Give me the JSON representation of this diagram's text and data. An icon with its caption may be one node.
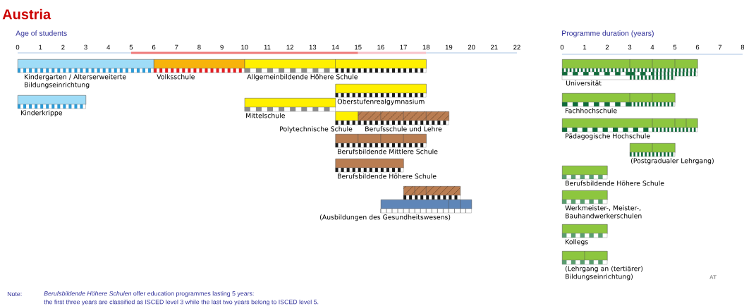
{
  "diagram": {
    "title": "Austria",
    "nodes": [
      {
        "text": [
          "Kindergarten / Alterserweiterte Bildungseinrichtung"
        ]
      },
      {
        "text": [
          "Volksschule"
        ]
      },
      {
        "text": [
          "Allgemeinbildende Höhere Schule"
        ]
      },
      {
        "text": [
          "Kinderkrippe"
        ]
      },
      {
        "text": [
          "Oberstufenrealgymnasium"
        ]
      },
      {
        "text": [
          "Mittelschule"
        ]
      },
      {
        "text": [
          "Polytechnische Schule"
        ]
      },
      {
        "text": [
          "Berufsschule und Lehre"
        ]
      },
      {
        "text": [
          "Berufsbildende Mittlere Schule"
        ]
      },
      {
        "text": [
          "Berufsbildende Höhere Schule"
        ]
      },
      {
        "text": [],
        "shape": "bar"
      },
      {
        "text": [
          "(Ausbildungen des Gesundheitswesens)"
        ]
      },
      {
        "text": [
          "Universität"
        ]
      },
      {
        "text": [
          "Fachhochschule"
        ]
      },
      {
        "text": [
          "Pädagogische Hochschule"
        ]
      },
      {
        "text": [
          "(Postgradualer Lehrgang)"
        ]
      },
      {
        "text": [
          "Berufsbildende Höhere Schule"
        ]
      },
      {
        "text": [
          "Werkmeister-, Meister-, Bauhandwerkerschulen"
        ]
      },
      {
        "text": [
          "Kollegs"
        ]
      },
      {
        "text": [
          "(Lehrgang an (tertiärer) Bildungseinrichtung)"
        ]
      }
    ],
    "labels": [
      "Age of students",
      "Programme duration (years)",
      "0",
      "1",
      "2",
      "3",
      "4",
      "5",
      "6",
      "7",
      "8",
      "9",
      "10",
      "11",
      "12",
      "13",
      "14",
      "15",
      "16",
      "17",
      "18",
      "19",
      "20",
      "21",
      "22",
      "0",
      "1",
      "2",
      "3",
      "4",
      "5",
      "6",
      "7",
      "8",
      "AT",
      "Note:",
      "*Berufsbildende Höhere Schulen* offer education programmes lasting 5 years:",
      "the first three years are classified as ISCED level 3 while the last two years belong to ISCED level 5."
    ]
  }
}
